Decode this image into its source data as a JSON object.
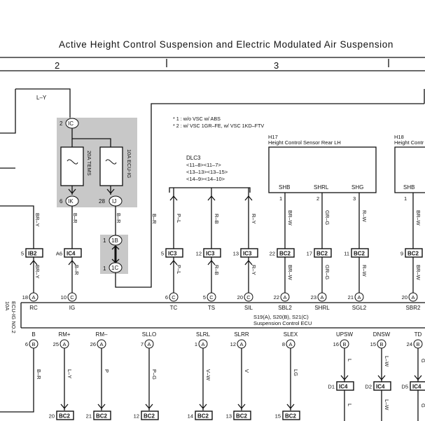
{
  "header": {
    "title": "Active Height Control Suspension and Electric Modulated Air Suspension",
    "columns": [
      "2",
      "3"
    ]
  },
  "notes": [
    "* 1 : w/o VSC w/ ABS",
    "* 2 : w/ VSC 1GR–FE,  w/ VSC 1KD–FTV"
  ],
  "fuse_box": {
    "top_connector": {
      "pin": "2",
      "conn": "IC"
    },
    "fuse_a": "20A TEMS",
    "fuse_b": "10A ECU-IG",
    "out_a": {
      "pin": "6",
      "conn": "IK"
    },
    "out_b": {
      "pin": "28",
      "conn": "IJ"
    }
  },
  "relay_box": {
    "top": {
      "pin": "1",
      "conn": "1B"
    },
    "bottom": {
      "pin": "1",
      "conn": "1C"
    }
  },
  "left_edge": {
    "wire_top": "L–Y",
    "side_text": [
      "10A",
      "ECU-IG NO.2"
    ]
  },
  "dlc3": {
    "name": "DLC3",
    "lines": [
      "<11–8><11–7>",
      "<13–13><13–15>",
      "<14–9><14–10>"
    ]
  },
  "h17": {
    "code": "H17",
    "name": "Height Control Sensor Rear LH",
    "pins": [
      "SHB",
      "SHRL",
      "SHG"
    ]
  },
  "h18": {
    "code": "H18",
    "name": "Height Contr",
    "pins": [
      "SHB"
    ]
  },
  "ecu": {
    "label1": "S19(A), S20(B), S21(C)",
    "label2": "Suspension Control ECU",
    "top_pins": [
      {
        "name": "RC",
        "num": "18",
        "conn": "A"
      },
      {
        "name": "IG",
        "num": "10",
        "conn": "C"
      },
      {
        "name": "TC",
        "num": "6",
        "conn": "C"
      },
      {
        "name": "TS",
        "num": "5",
        "conn": "C"
      },
      {
        "name": "SIL",
        "num": "20",
        "conn": "C"
      },
      {
        "name": "SBL2",
        "num": "22",
        "conn": "A"
      },
      {
        "name": "SHRL",
        "num": "23",
        "conn": "A"
      },
      {
        "name": "SGL2",
        "num": "21",
        "conn": "A"
      },
      {
        "name": "SBR2",
        "num": "20",
        "conn": "A"
      }
    ],
    "bottom_pins": [
      {
        "name": "B",
        "num": "6",
        "conn": "B"
      },
      {
        "name": "RM+",
        "num": "25",
        "conn": "A"
      },
      {
        "name": "RM–",
        "num": "26",
        "conn": "A"
      },
      {
        "name": "SLLO",
        "num": "7",
        "conn": "A"
      },
      {
        "name": "SLRL",
        "num": "1",
        "conn": "A"
      },
      {
        "name": "SLRR",
        "num": "12",
        "conn": "A"
      },
      {
        "name": "SLEX",
        "num": "8",
        "conn": "A"
      },
      {
        "name": "UPSW",
        "num": "16",
        "conn": "B"
      },
      {
        "name": "DNSW",
        "num": "15",
        "conn": "B"
      },
      {
        "name": "TD",
        "num": "24",
        "conn": "B"
      }
    ]
  },
  "upper_connectors": [
    {
      "num": "5",
      "conn": "IB2",
      "left": true
    },
    {
      "num": "A6",
      "conn": "IC4",
      "left": true
    },
    {
      "num": "5",
      "conn": "IC3",
      "left": true
    },
    {
      "num": "12",
      "conn": "IC3",
      "left": true
    },
    {
      "num": "13",
      "conn": "IC3",
      "left": true
    },
    {
      "num": "22",
      "conn": "BC2",
      "left": true
    },
    {
      "num": "17",
      "conn": "BC2",
      "left": true
    },
    {
      "num": "11",
      "conn": "BC2",
      "left": true
    },
    {
      "num": "9",
      "conn": "BC2",
      "left": true
    }
  ],
  "wire_colors_upper": {
    "rc_a": "BR–Y",
    "rc_b": "BR–Y",
    "ig_a": "B–R",
    "ig_b": "B–R",
    "fuse_out": "B–R",
    "relay_out": "B–R",
    "left_br": "B–R",
    "tc_a": "P–L",
    "tc_b": "P–L",
    "ts_a": "R–B",
    "ts_b": "R–B",
    "sil_a": "R–Y",
    "sil_b": "R–Y",
    "sbl_a": "BR–W",
    "sbl_b": "BR–W",
    "shrl_a": "GR–G",
    "shrl_b": "GR–G",
    "sgl_a": "R–W",
    "sgl_b": "R–W",
    "sbr_a": "BR–W",
    "sbr_b": "BR–W"
  },
  "sensor_pins": {
    "h17": [
      "1",
      "2",
      "3"
    ],
    "h18": [
      "1"
    ]
  },
  "wire_colors_lower": {
    "b": "B–R",
    "rmp": "L–Y",
    "rmm": "P",
    "sllo": "P–G",
    "slrl": "V–W",
    "slrr": "V",
    "slex": "LG",
    "upsw": "L",
    "dnsw_a": "L–W",
    "dnsw_b": "L–W",
    "td": "G",
    "td_b": "G",
    "upsw_b": "L"
  },
  "bottom_connectors": [
    {
      "num": "20",
      "conn": "BC2"
    },
    {
      "num": "21",
      "conn": "BC2"
    },
    {
      "num": "12",
      "conn": "BC2"
    },
    {
      "num": "14",
      "conn": "BC2"
    },
    {
      "num": "13",
      "conn": "BC2"
    },
    {
      "num": "15",
      "conn": "BC2"
    }
  ],
  "switch_connectors": [
    {
      "num": "D1",
      "conn": "IC4"
    },
    {
      "num": "D2",
      "conn": "IC4"
    },
    {
      "num": "D5",
      "conn": "IC4"
    }
  ]
}
